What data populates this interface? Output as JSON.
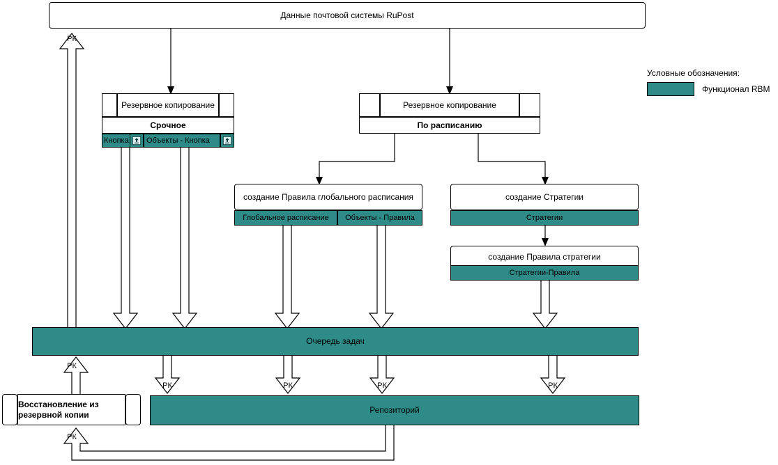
{
  "diagram": {
    "title_box": {
      "label": "Данные почтовой системы RuPost"
    },
    "urgent_backup": {
      "header": "Резервное копирование",
      "subtitle": "Срочное",
      "cells": [
        {
          "label": "Кнопка",
          "icon": "upload-icon"
        },
        {
          "label": "Объекты - Кнопка",
          "icon": "upload-icon"
        }
      ]
    },
    "scheduled_backup": {
      "header": "Резервное копирование",
      "subtitle": "По расписанию"
    },
    "global_rule": {
      "header": "создание Правила глобального расписания",
      "cells": [
        {
          "label": "Глобальное расписание"
        },
        {
          "label": "Объекты - Правила"
        }
      ]
    },
    "strategy": {
      "header": "создание Стратегии",
      "cells": [
        {
          "label": "Стратегии"
        }
      ]
    },
    "strategy_rule": {
      "header": "создание Правила стратегии",
      "cells": [
        {
          "label": "Стратегии-Правила"
        }
      ]
    },
    "task_queue": {
      "label": "Очередь задач"
    },
    "repository": {
      "label": "Репозиторий"
    },
    "restore": {
      "label": "Восстановление из резервной копии"
    },
    "arrow_tags": {
      "rk": "РК"
    }
  },
  "legend": {
    "title": "Условные обозначения:",
    "items": [
      {
        "label": "Функционал RBM",
        "color": "#2e8b87"
      }
    ]
  },
  "colors": {
    "teal": "#2e8b87",
    "stroke": "#000000",
    "background": "#ffffff"
  }
}
